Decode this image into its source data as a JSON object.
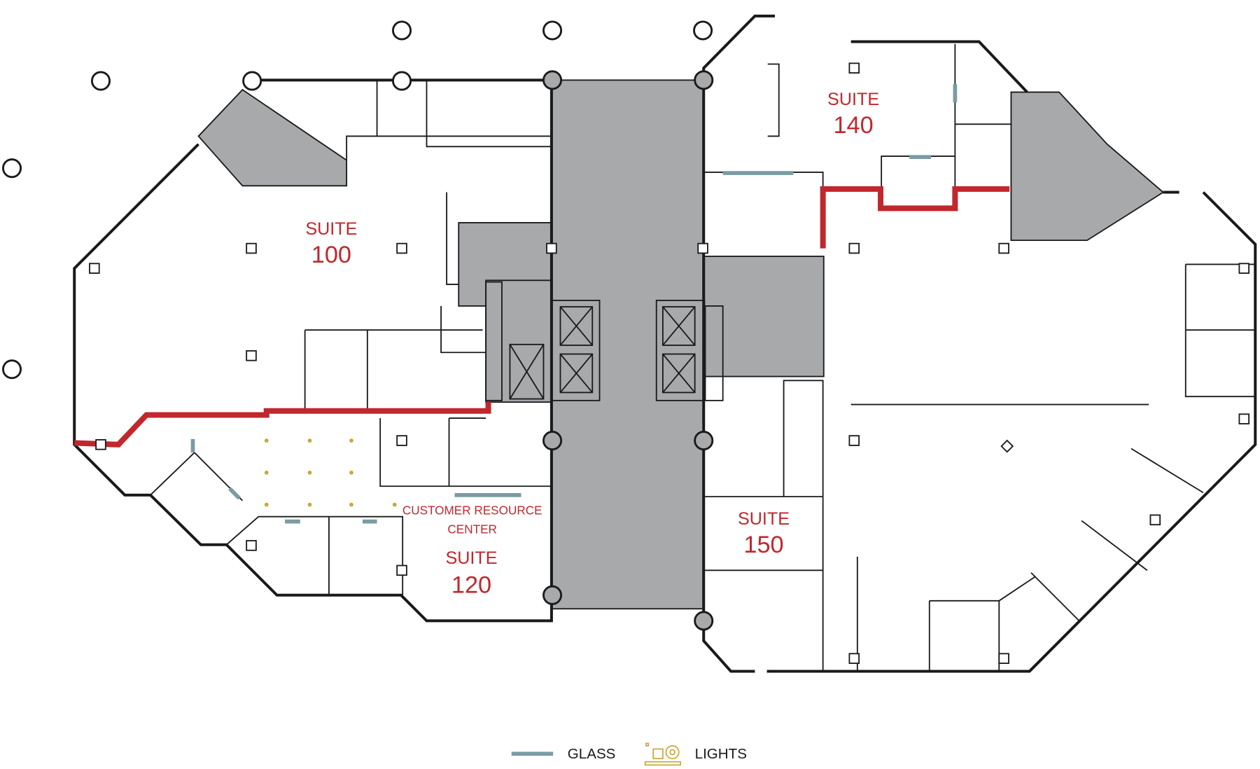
{
  "title": "Floor Plan",
  "suites": [
    {
      "line1": "SUITE",
      "line2": "100"
    },
    {
      "line1": "SUITE",
      "line2": "140"
    },
    {
      "line1": "SUITE",
      "line2": "150"
    },
    {
      "line1": "SUITE",
      "line2": "120"
    }
  ],
  "customer_center": {
    "line1": "CUSTOMER RESOURCE",
    "line2": "CENTER"
  },
  "legend": {
    "glass": "GLASS",
    "lights": "LIGHTS"
  },
  "colors": {
    "suite_boundary": "#c1272d",
    "glass": "#7a9ca3",
    "lights": "#c9a83a",
    "core": "#a7a9ab"
  }
}
